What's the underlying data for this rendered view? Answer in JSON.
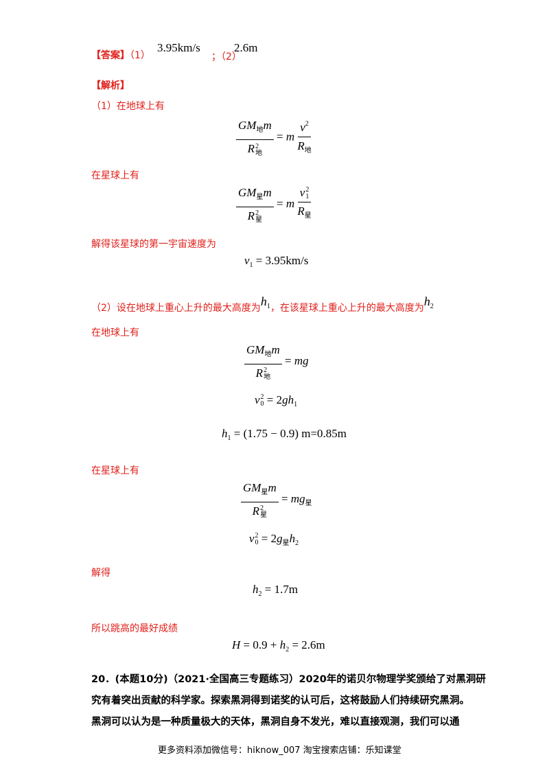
{
  "answer": {
    "label": "【答案】",
    "p1": "（1）",
    "v1": "3.95km/s",
    "sep": "；（2）",
    "v2": "2.6m"
  },
  "analysis_label": "【解析】",
  "part1": {
    "intro": "（1）在地球上有",
    "on_star": "在星球上有",
    "result_text": "解得该星球的第一宇宙速度为",
    "result_eq": "= 3.95km/s"
  },
  "part2": {
    "intro_a": "（2）设在地球上重心上升的最大高度为",
    "intro_b": "，在该星球上重心上升的最大高度为",
    "on_earth": "在地球上有",
    "eq_h1": "= (1.75 − 0.9) m=0.85m",
    "on_star": "在星球上有",
    "solve": "解得",
    "eq_h2": "= 1.7m",
    "best": "所以跳高的最好成绩",
    "eq_H_a": "= 0.9 + ",
    "eq_H_b": "= 2.6m"
  },
  "sub": {
    "earth": "地",
    "star": "星"
  },
  "question20": {
    "line1": "20．(本题10分)（2021·全国高三专题练习）2020年的诺贝尔物理学奖颁给了对黑洞研",
    "line2": "究有着突出贡献的科学家。探索黑洞得到诺奖的认可后，这将鼓励人们持续研究黑洞。",
    "line3": "黑洞可以认为是一种质量极大的天体，黑洞自身不发光，难以直接观测，我们可以通"
  },
  "footer": "更多资料添加微信号：hiknow_007   淘宝搜索店铺：乐知课堂",
  "colors": {
    "accent_red": "#e0201b"
  }
}
